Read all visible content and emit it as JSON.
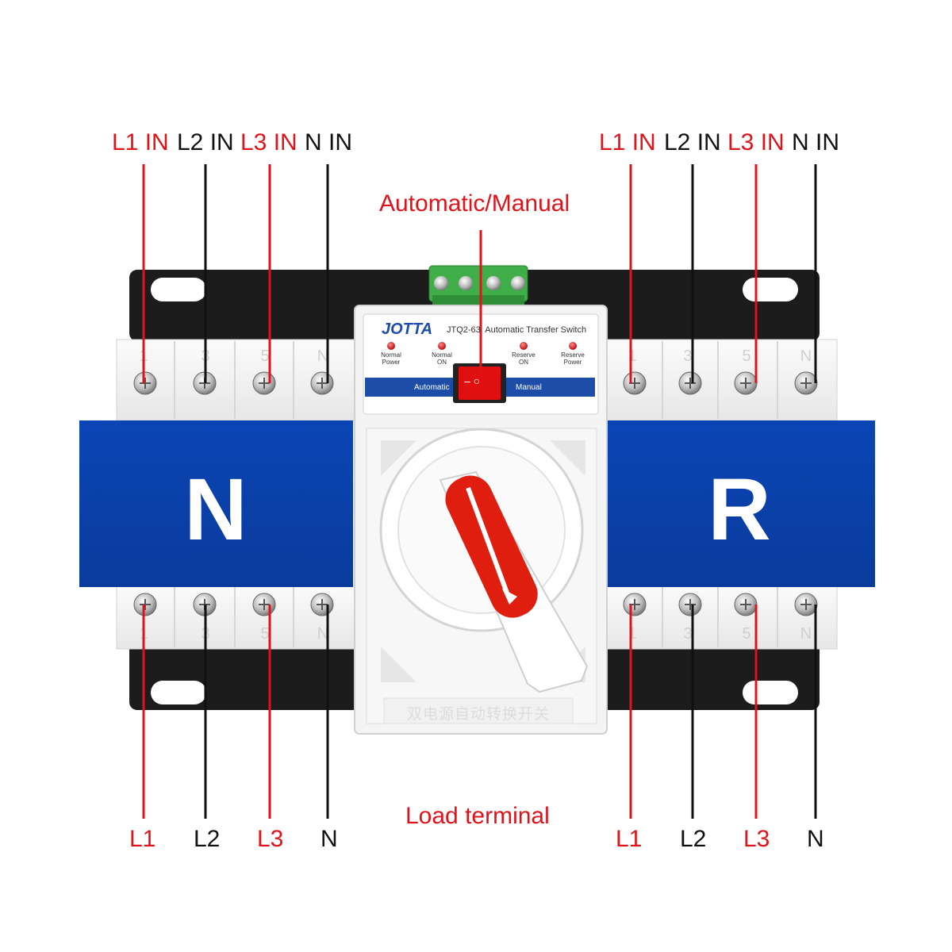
{
  "colors": {
    "red": "#e0121a",
    "black": "#111111",
    "blue": "#0a3fa8",
    "panel_blue": "#1d4da6",
    "green": "#3fae49",
    "white": "#ffffff"
  },
  "top_labels_left": [
    {
      "text": "L1 IN",
      "color": "red"
    },
    {
      "text": "L2 IN",
      "color": "black"
    },
    {
      "text": "L3 IN",
      "color": "red"
    },
    {
      "text": "N IN",
      "color": "black"
    }
  ],
  "top_labels_right": [
    {
      "text": "L1 IN",
      "color": "red"
    },
    {
      "text": "L2 IN",
      "color": "black"
    },
    {
      "text": "L3 IN",
      "color": "red"
    },
    {
      "text": "N IN",
      "color": "black"
    }
  ],
  "bottom_labels_left": [
    {
      "text": "L1",
      "color": "red"
    },
    {
      "text": "L2",
      "color": "black"
    },
    {
      "text": "L3",
      "color": "red"
    },
    {
      "text": "N",
      "color": "black"
    }
  ],
  "bottom_labels_right": [
    {
      "text": "L1",
      "color": "red"
    },
    {
      "text": "L2",
      "color": "black"
    },
    {
      "text": "L3",
      "color": "red"
    },
    {
      "text": "N",
      "color": "black"
    }
  ],
  "auto_manual_label": "Automatic/Manual",
  "load_label": "Load terminal",
  "breaker_left_letter": "N",
  "breaker_right_letter": "R",
  "terminal_numbers": [
    "1",
    "3",
    "5",
    "N"
  ],
  "panel": {
    "brand": "JOTTA",
    "model": "JTQ2-63  Automatic Transfer Switch",
    "indicators": [
      {
        "line1": "Normal",
        "line2": "Power"
      },
      {
        "line1": "Normal",
        "line2": "ON"
      },
      {
        "line1": "Reserve",
        "line2": "ON"
      },
      {
        "line1": "Reserve",
        "line2": "Power"
      }
    ],
    "mode_automatic": "Automatic",
    "mode_manual": "Manual",
    "switch_symbols": "– ○"
  },
  "bottom_embossed_text": "双电源自动转换开关"
}
